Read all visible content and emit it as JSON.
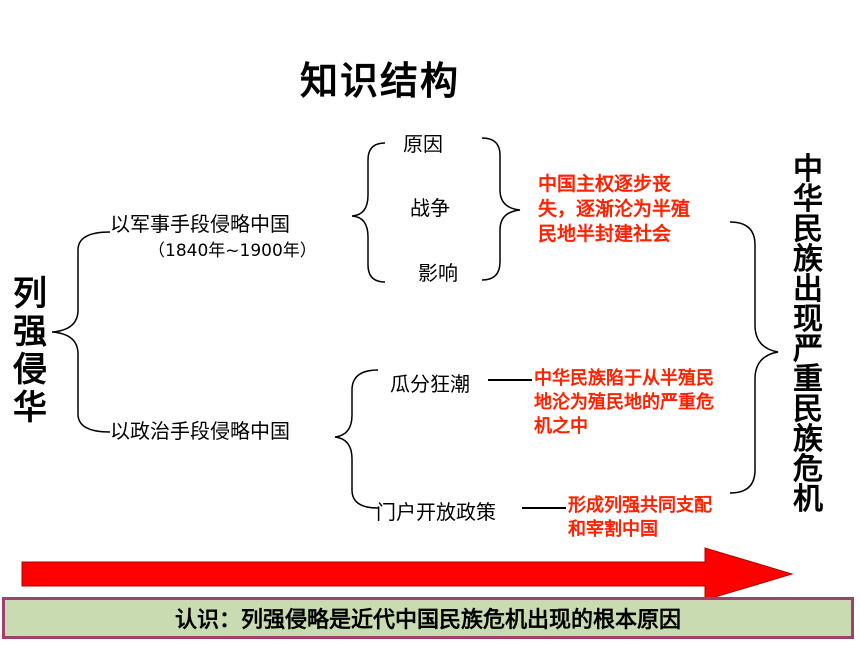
{
  "title": "知识结构",
  "root": "列强侵华",
  "branch_military": {
    "label": "以军事手段侵略中国",
    "period": "（1840年~1900年）",
    "items": [
      "原因",
      "战争",
      "影响"
    ],
    "result": "中国主权逐步丧失，逐渐沦为半殖民地半封建社会"
  },
  "branch_political": {
    "label": "以政治手段侵略中国",
    "item1": "瓜分狂潮",
    "result1": "中华民族陷于从半殖民地沦为殖民地的严重危机之中",
    "item2": "门户开放政策",
    "result2": "形成列强共同支配和宰割中国"
  },
  "conclusion_vertical": "中华民族出现严重民族危机",
  "banner": "认识：列强侵略是近代中国民族危机出现的根本原因",
  "colors": {
    "red_text": "#ff2200",
    "arrow": "#ff0000",
    "banner_bg": "#c9dbb0",
    "banner_border": "#a04070"
  }
}
